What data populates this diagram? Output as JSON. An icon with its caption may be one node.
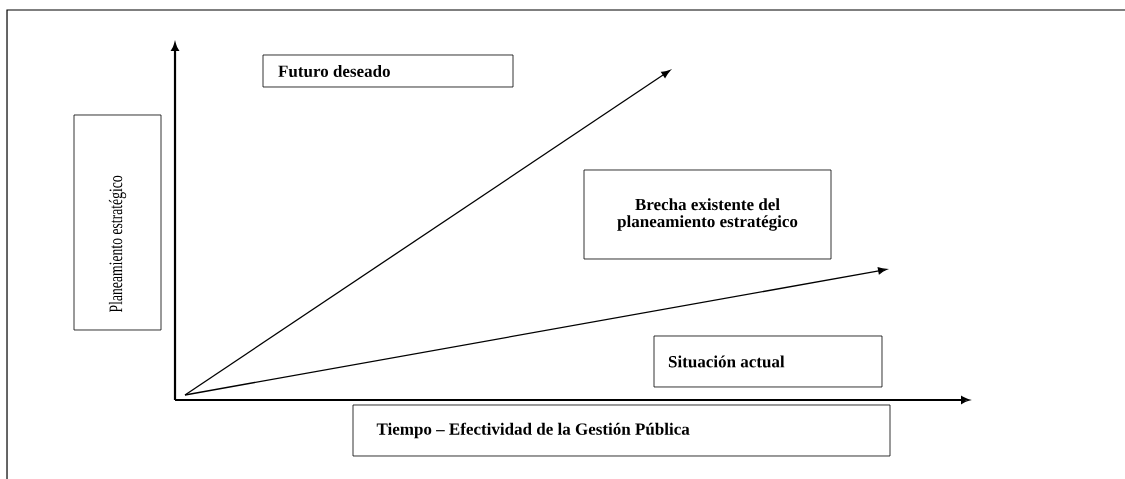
{
  "diagram": {
    "nodes": [
      {
        "text": [
          "Futuro deseado"
        ]
      },
      {
        "text": [
          "Planeamiento estratégico"
        ]
      },
      {
        "text": [
          "Brecha existente del planeamiento estratégico"
        ]
      },
      {
        "text": [
          "Situación actual"
        ]
      },
      {
        "text": [
          "Tiempo – Efectividad de la Gestión Pública"
        ]
      }
    ]
  }
}
